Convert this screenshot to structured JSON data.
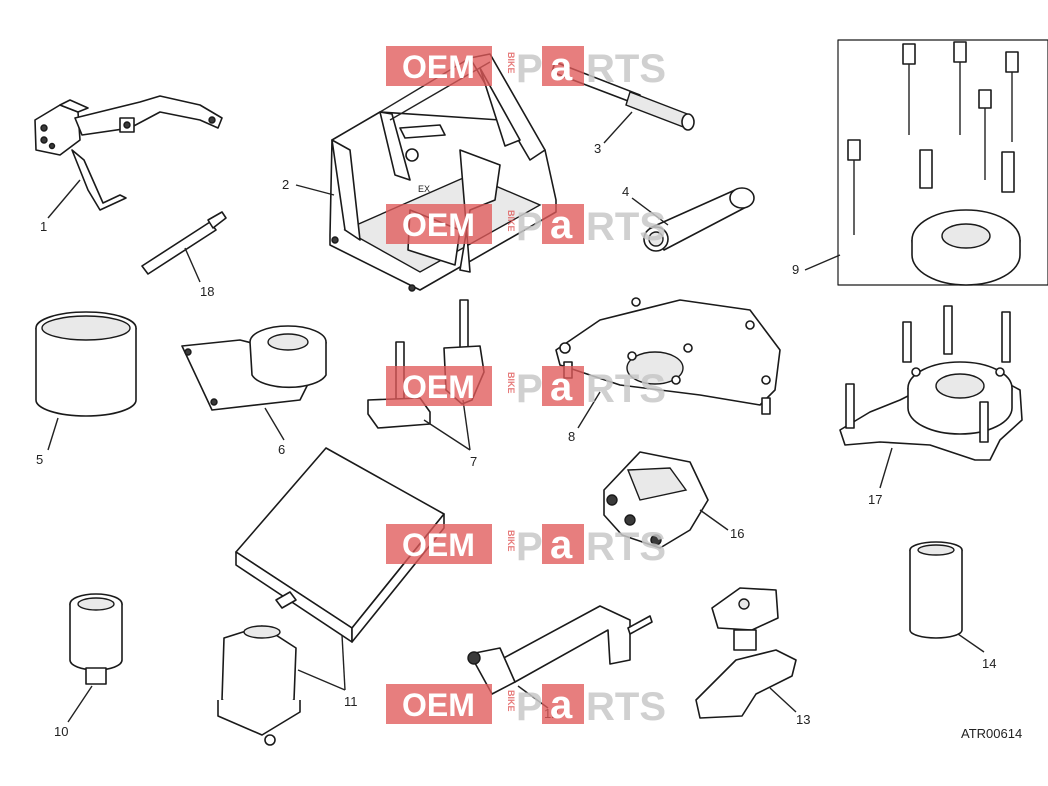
{
  "diagram": {
    "reference_code": "ATR00614",
    "callouts": [
      "1",
      "2",
      "3",
      "4",
      "5",
      "6",
      "7",
      "8",
      "9",
      "10",
      "11",
      "12",
      "13",
      "14",
      "16",
      "17",
      "18"
    ]
  },
  "watermark": {
    "oem": "OEM",
    "bike": "BIKE",
    "p": "P",
    "a": "a",
    "rts": "RTS",
    "box_color": "#e05a5a"
  }
}
